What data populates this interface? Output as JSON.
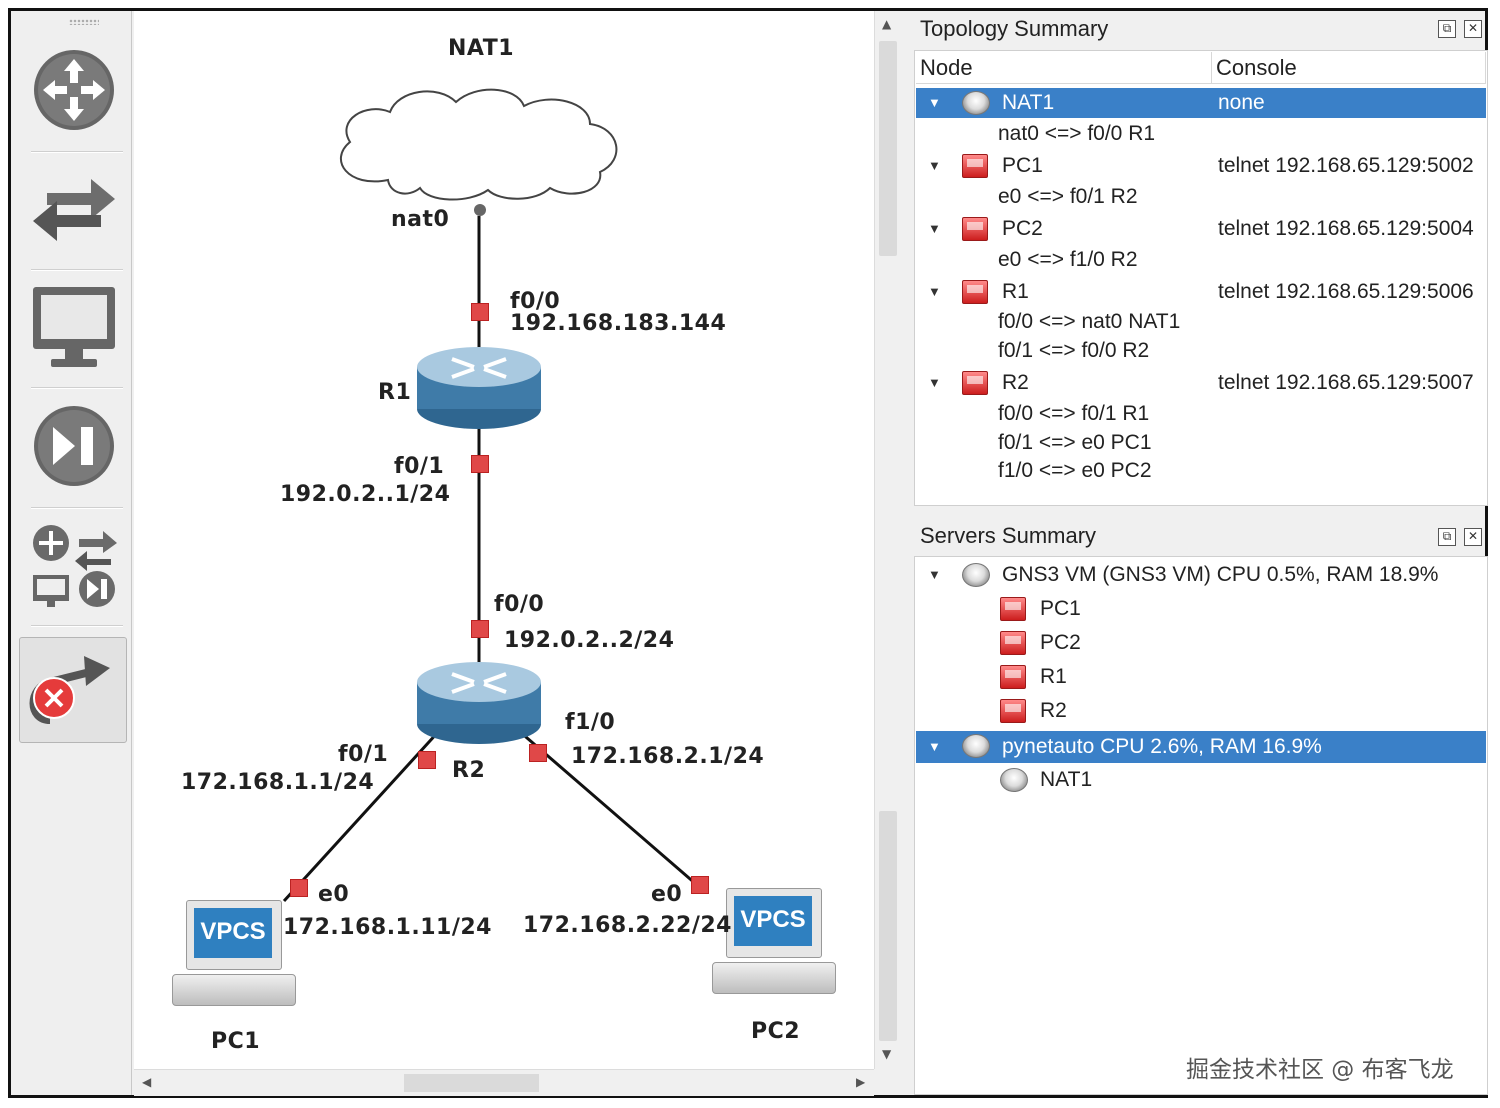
{
  "topology": {
    "cloud_label": "NAT1",
    "cloud_port": "nat0",
    "r1_label": "R1",
    "r2_label": "R2",
    "pc1_label": "PC1",
    "pc2_label": "PC2",
    "vpcs_text": "VPCS",
    "r1_f00_port": "f0/0",
    "r1_f00_ip": "192.168.183.144",
    "r1_f01_port": "f0/1",
    "r1_f01_ip": "192.0.2..1/24",
    "r2_f00_port": "f0/0",
    "r2_f00_ip": "192.0.2..2/24",
    "r2_f01_port": "f0/1",
    "r2_f01_ip": "172.168.1.1/24",
    "r2_f10_port": "f1/0",
    "r2_f10_ip": "172.168.2.1/24",
    "pc1_port": "e0",
    "pc1_ip": "172.168.1.11/24",
    "pc2_port": "e0",
    "pc2_ip": "172.168.2.22/24"
  },
  "topology_summary": {
    "title": "Topology Summary",
    "col_node": "Node",
    "col_console": "Console",
    "rows": [
      {
        "node": "NAT1",
        "console": "none",
        "icon": "cloud-icon",
        "selected": true
      },
      {
        "link": "nat0 <=> f0/0 R1"
      },
      {
        "node": "PC1",
        "console": "telnet 192.168.65.129:5002",
        "icon": "vpcs-icon"
      },
      {
        "link": "e0 <=> f0/1 R2"
      },
      {
        "node": "PC2",
        "console": "telnet 192.168.65.129:5004",
        "icon": "vpcs-icon"
      },
      {
        "link": "e0 <=> f1/0 R2"
      },
      {
        "node": "R1",
        "console": "telnet 192.168.65.129:5006",
        "icon": "router-icon"
      },
      {
        "link": "f0/0 <=> nat0 NAT1"
      },
      {
        "link": "f0/1 <=> f0/0 R2"
      },
      {
        "node": "R2",
        "console": "telnet 192.168.65.129:5007",
        "icon": "router-icon"
      },
      {
        "link": "f0/0 <=> f0/1 R1"
      },
      {
        "link": "f0/1 <=> e0 PC1"
      },
      {
        "link": "f1/0 <=> e0 PC2"
      }
    ]
  },
  "servers_summary": {
    "title": "Servers Summary",
    "server1": "GNS3 VM (GNS3 VM) CPU 0.5%, RAM 18.9%",
    "server1_nodes": [
      "PC1",
      "PC2",
      "R1",
      "R2"
    ],
    "server2": "pynetauto CPU 2.6%, RAM 16.9%",
    "server2_nodes": [
      "NAT1"
    ]
  },
  "watermark": "掘金技术社区 @ 布客飞龙",
  "colors": {
    "selection": "#3a80c8",
    "port": "#e04848",
    "router_body": "#3f7ba8"
  }
}
